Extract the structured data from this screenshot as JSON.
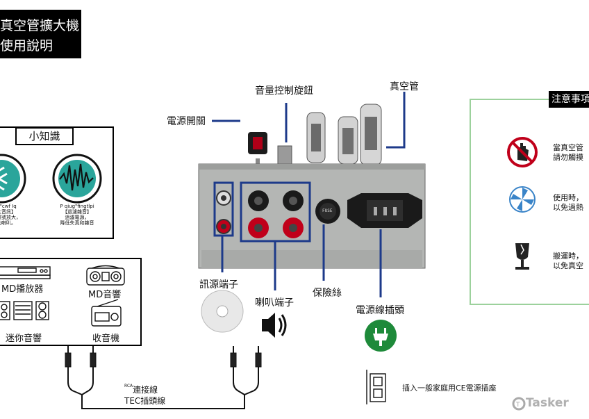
{
  "title": {
    "line1": "真空管擴大機",
    "line2": "使用說明"
  },
  "knowledge": {
    "label": "小知識",
    "left": {
      "caption": "P cpf \"cwf Iq",
      "line1": "【擴大音訊】",
      "line2": "微弱的訊號放大，",
      "line3": "以推動喇叭。"
    },
    "right": {
      "caption": "P qiug\"fingtlpi",
      "line1": "【過濾雜音】",
      "line2": "過濾電源，",
      "line3": "降低失真和雜音"
    }
  },
  "devices": {
    "md_player": "MD播放器",
    "md_stereo": "MD音響",
    "mini_stereo": "迷你音響",
    "radio": "收音機"
  },
  "callouts": {
    "power_switch": "電源開關",
    "volume_knob": "音量控制旋鈕",
    "vacuum_tube": "真空管",
    "signal_terminal": "訊源端子",
    "speaker_terminal": "喇叭端子",
    "fuse": "保險絲",
    "power_socket": "電源線插頭",
    "fuse_text": "FUSE"
  },
  "cable": {
    "line1": "連接線",
    "line1_prefix": "RCA",
    "line2": "TEC插頭線"
  },
  "wall_outlet": "插入一般家庭用CE電源插座",
  "notice": {
    "title": "注意事項",
    "item1": {
      "line1": "當真空管",
      "line2": "請勿觸摸"
    },
    "item2": {
      "line1": "使用時，",
      "line2": "以免過熱"
    },
    "item3": {
      "line1": "搬運時，",
      "line2": "以免真空"
    }
  },
  "watermark": "Tasker",
  "colors": {
    "callout_blue": "#1d3a8a",
    "power_green": "#1e8a3a",
    "notice_border": "#9cd19c",
    "terminal_red": "#c0001a"
  }
}
